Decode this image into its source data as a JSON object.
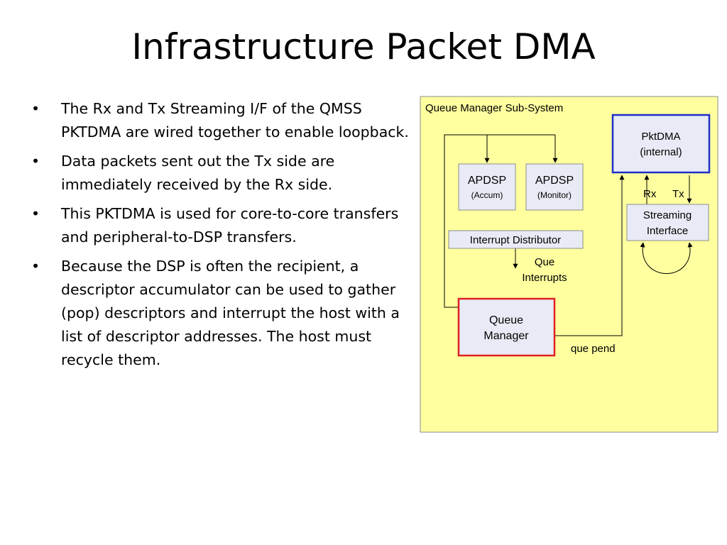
{
  "slide": {
    "title": "Infrastructure Packet DMA",
    "bullets": [
      "The Rx and Tx Streaming I/F of the QMSS PKTDMA are wired together to enable loopback.",
      "Data packets sent out the Tx side are immediately received by the Rx side.",
      "This PKTDMA is used for core-to-core transfers and peripheral-to-DSP transfers.",
      "Because the DSP is often the recipient, a descriptor accumulator can be used to gather (pop) descriptors and interrupt the host with a list of descriptor addresses. The host must recycle them."
    ],
    "bullet_symbol": "•"
  },
  "diagram": {
    "container_label": "Queue Manager Sub-System",
    "pktdma": {
      "line1": "PktDMA",
      "line2": "(internal)"
    },
    "apdsp_accum": {
      "line1": "APDSP",
      "line2": "(Accum)"
    },
    "apdsp_monitor": {
      "line1": "APDSP",
      "line2": "(Monitor)"
    },
    "interrupt_distributor": "Interrupt Distributor",
    "streaming": {
      "line1": "Streaming",
      "line2": "Interface"
    },
    "rx_label": "Rx",
    "tx_label": "Tx",
    "que_interrupts": {
      "line1": "Que",
      "line2": "Interrupts"
    },
    "queue_manager": {
      "line1": "Queue",
      "line2": "Manager"
    },
    "que_pend": "que pend"
  },
  "colors": {
    "container_fill": "#ffffa0",
    "box_fill": "#e8ebf5",
    "pktdma_border": "#1f2fc8",
    "queue_manager_border": "#e02020",
    "gray_border": "#8c8c8c"
  }
}
